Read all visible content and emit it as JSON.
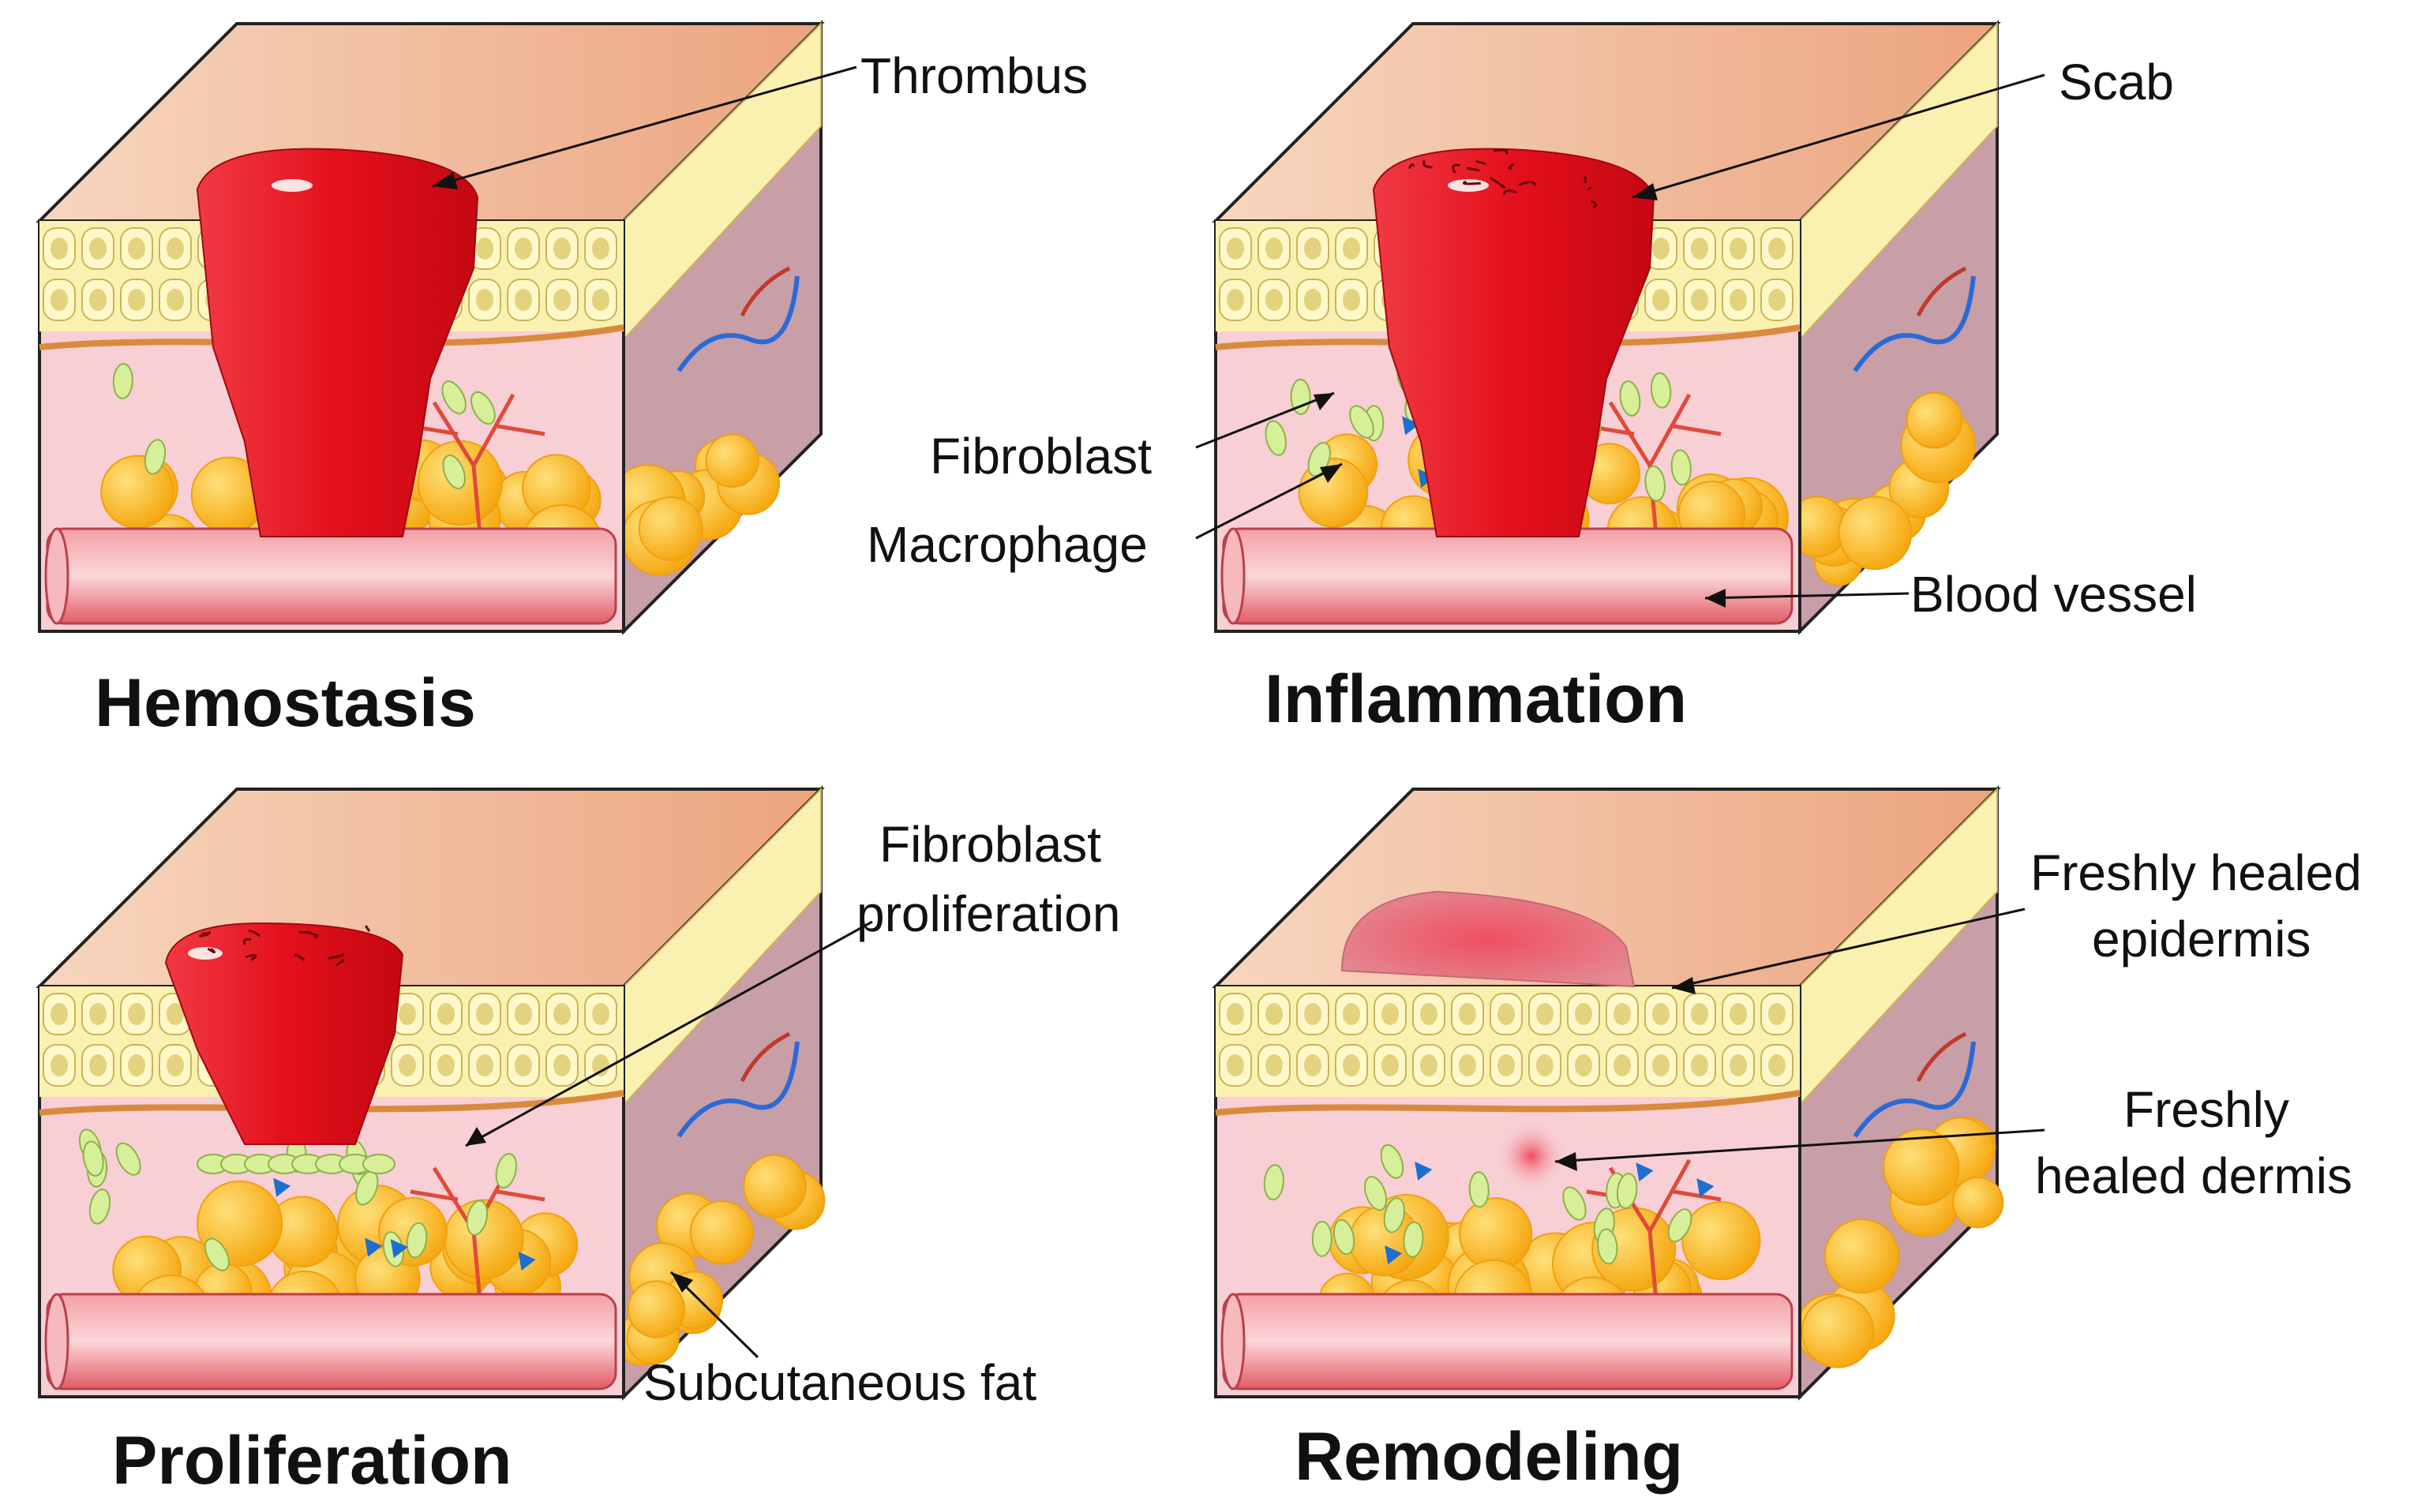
{
  "panels": [
    {
      "id": "hemostasis",
      "title": "Hemostasis",
      "wound": "thrombus"
    },
    {
      "id": "inflammation",
      "title": "Inflammation",
      "wound": "scab"
    },
    {
      "id": "proliferation",
      "title": "Proliferation",
      "wound": "scab-small"
    },
    {
      "id": "remodeling",
      "title": "Remodeling",
      "wound": "healed"
    }
  ],
  "labels": {
    "thrombus": "Thrombus",
    "scab": "Scab",
    "fibroblast": "Fibroblast",
    "macrophage": "Macrophage",
    "blood_vessel": "Blood vessel",
    "fibroblast_proliferation_1": "Fibroblast",
    "fibroblast_proliferation_2": "proliferation",
    "subcutaneous_fat": "Subcutaneous fat",
    "freshly_healed_epidermis_1": "Freshly healed",
    "freshly_healed_epidermis_2": "epidermis",
    "freshly_healed_dermis_1": "Freshly",
    "freshly_healed_dermis_2": "healed dermis"
  },
  "colors": {
    "skin_top": "#f3c4a6",
    "skin_top_dark": "#e8a07a",
    "epidermis_cell": "#faf1b0",
    "epidermis_line": "#c9b45c",
    "dermis": "#f7cfd4",
    "dermis_side": "#c89fa6",
    "fat": "#ffc63a",
    "fat_dark": "#f0a010",
    "vessel": "#ec6f78",
    "wound": "#e8101e",
    "wound_dark": "#c80a14",
    "healed": "#e07a84",
    "capillary": "#e04a3a",
    "fibroblast": "#d8ef9a",
    "macrophage": "#1c6fd0"
  }
}
